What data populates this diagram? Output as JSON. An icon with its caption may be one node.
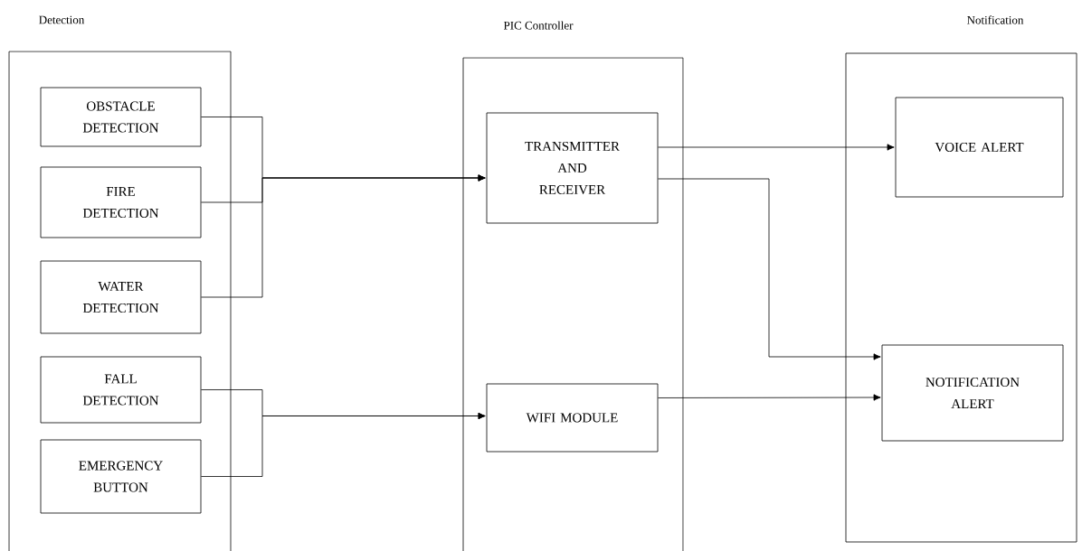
{
  "diagram": {
    "nodes": [
      {
        "text": [
          "Detection"
        ]
      },
      {
        "text": [
          "PIC Controller"
        ]
      },
      {
        "text": [
          "Notification"
        ]
      },
      {
        "text": [
          "OBSTACLE DETECTION"
        ],
        "in": 0
      },
      {
        "text": [
          "FIRE DETECTION"
        ],
        "in": 0
      },
      {
        "text": [
          "WATER DETECTION"
        ],
        "in": 0
      },
      {
        "text": [
          "FALL DETECTION"
        ],
        "in": 0
      },
      {
        "text": [
          "EMERGENCY BUTTON"
        ],
        "in": 0
      },
      {
        "text": [
          "TRANSMITTER AND RECEIVER"
        ],
        "in": 1
      },
      {
        "text": [
          "WIFI MODULE"
        ],
        "in": 1
      },
      {
        "text": [
          "VOICE ALERT"
        ],
        "in": 2
      },
      {
        "text": [
          "NOTIFICATION ALERT"
        ],
        "in": 2
      }
    ],
    "edges": [
      {
        "from": 3,
        "to": 8,
        "arrow": "to"
      },
      {
        "from": 4,
        "to": 8,
        "arrow": "to"
      },
      {
        "from": 5,
        "to": 8,
        "arrow": "to"
      },
      {
        "from": 6,
        "to": 9,
        "arrow": "to"
      },
      {
        "from": 7,
        "to": 9,
        "arrow": "to"
      },
      {
        "from": 8,
        "to": 10,
        "arrow": "to"
      },
      {
        "from": 8,
        "to": 11,
        "arrow": "to"
      },
      {
        "from": 9,
        "to": 11,
        "arrow": "to"
      }
    ]
  }
}
